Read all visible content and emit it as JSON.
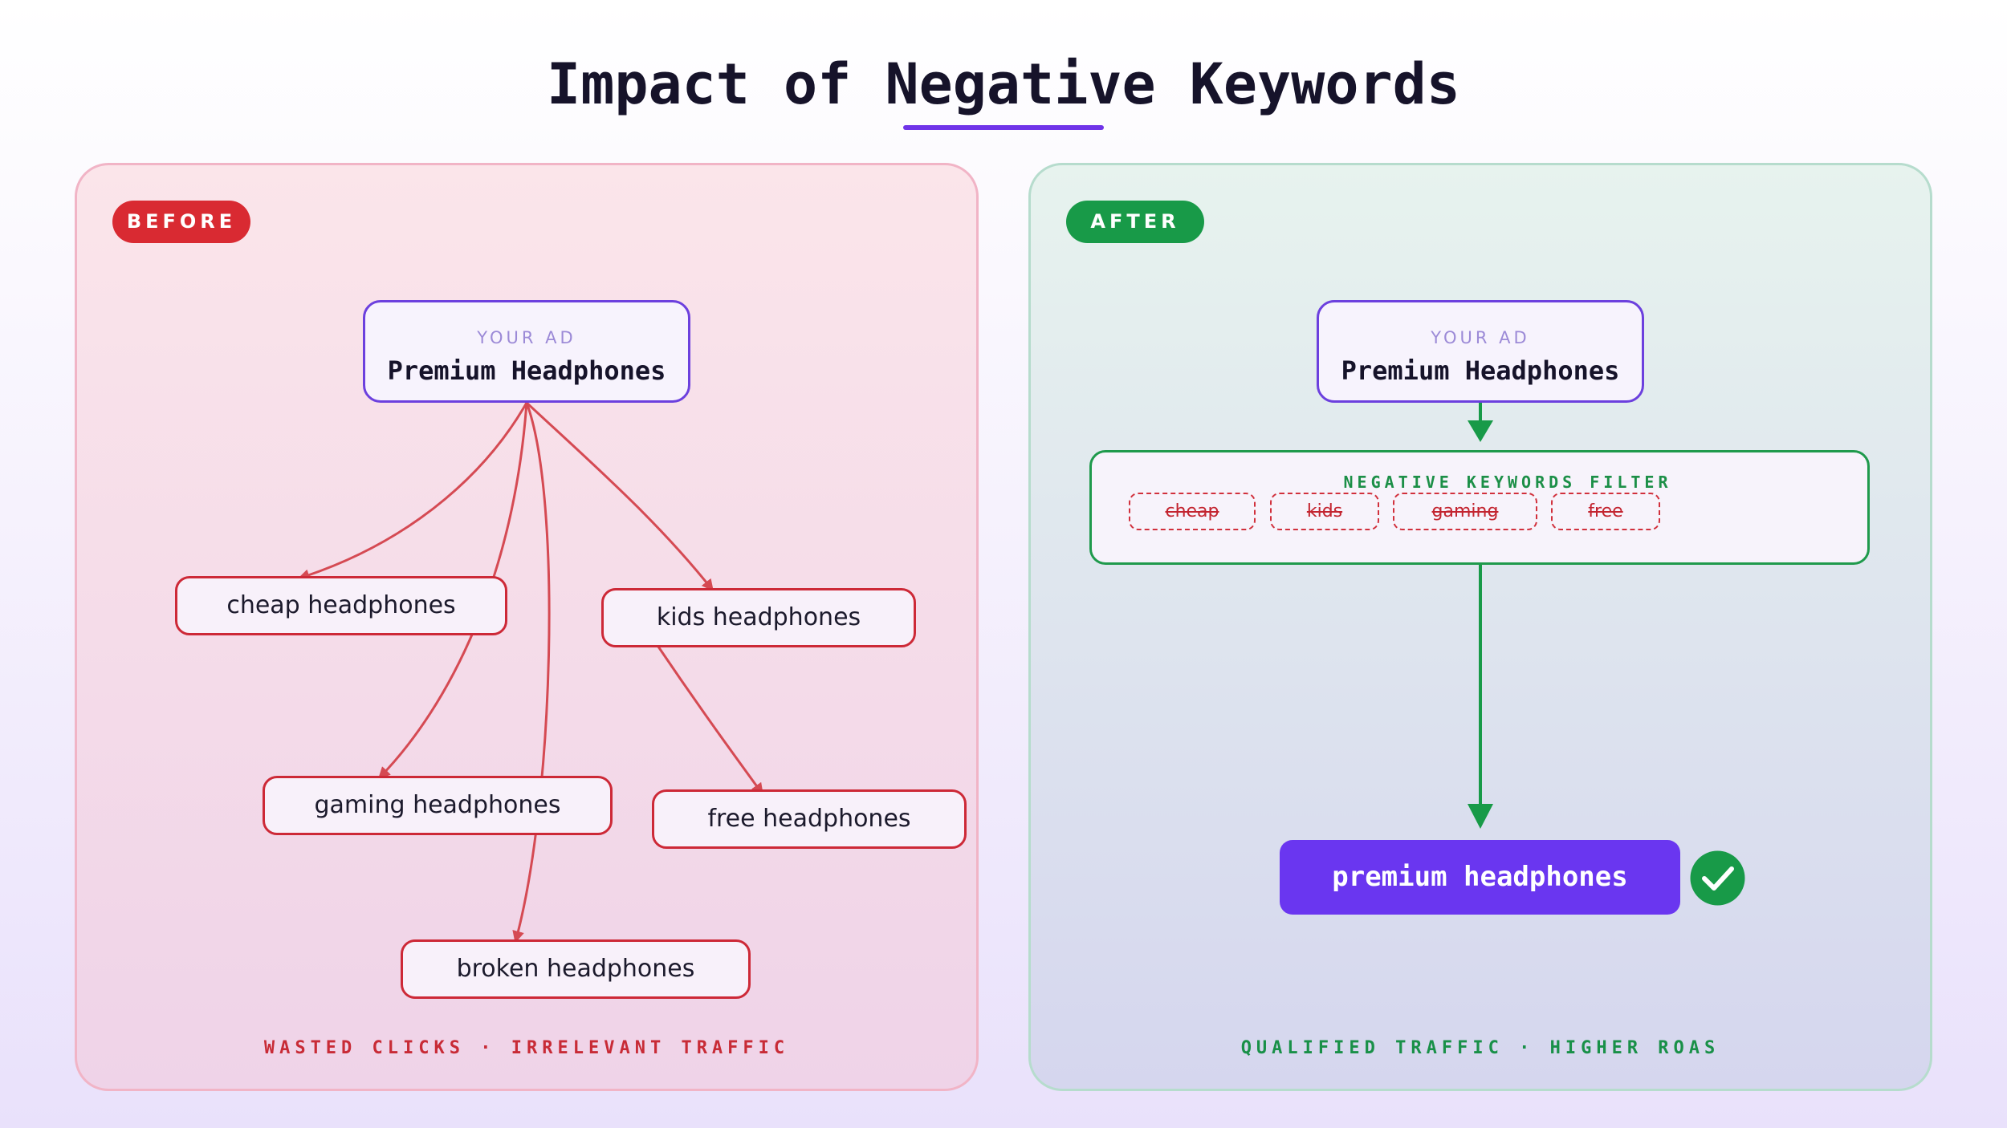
{
  "title": "Impact of Negative Keywords",
  "colors": {
    "accent": "#7034e8",
    "before_red": "#d92a32",
    "after_green": "#189a48",
    "result_purple": "#6a36f0"
  },
  "before": {
    "badge": "BEFORE",
    "ad": {
      "caption": "YOUR AD",
      "title": "Premium Headphones"
    },
    "keywords": [
      "cheap headphones",
      "kids headphones",
      "gaming headphones",
      "free headphones",
      "broken headphones"
    ],
    "footer": "WASTED CLICKS · IRRELEVANT TRAFFIC"
  },
  "after": {
    "badge": "AFTER",
    "ad": {
      "caption": "YOUR AD",
      "title": "Premium Headphones"
    },
    "filter": {
      "title": "NEGATIVE KEYWORDS FILTER",
      "chips": [
        "cheap",
        "kids",
        "gaming",
        "free"
      ]
    },
    "result": "premium headphones",
    "result_icon": "check-circle-icon",
    "footer": "QUALIFIED TRAFFIC · HIGHER ROAS"
  }
}
